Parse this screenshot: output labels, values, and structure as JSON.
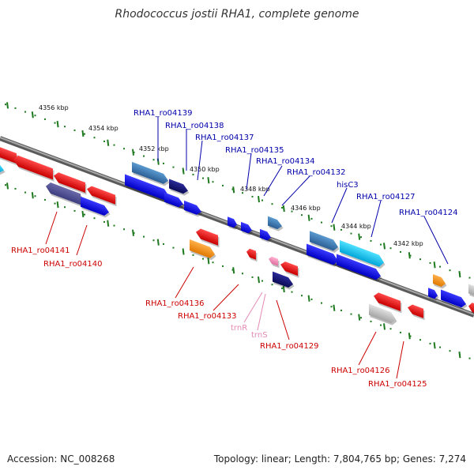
{
  "title": "Rhodococcus jostii RHA1, complete genome",
  "footer": {
    "accession": "Accession: NC_008268",
    "summary": "Topology: linear; Length: 7,804,765 bp; Genes: 7,274"
  },
  "colors": {
    "backbone": "#8a8a8a",
    "tick": "#1e7a1e",
    "forward_label": "#0000aa",
    "reverse_label": "#cc0000",
    "rna_label": "#e48ab4"
  },
  "kbp_marks": [
    "4356 kbp",
    "4354 kbp",
    "4352 kbp",
    "4350 kbp",
    "4348 kbp",
    "4346 kbp",
    "4344 kbp",
    "4342 kbp"
  ],
  "gene_labels_forward": [
    "RHA1_ro04139",
    "RHA1_ro04138",
    "RHA1_ro04137",
    "RHA1_ro04135",
    "RHA1_ro04134",
    "RHA1_ro04132",
    "hisC3",
    "RHA1_ro04127",
    "RHA1_ro04124"
  ],
  "gene_labels_reverse": [
    "RHA1_ro04141",
    "RHA1_ro04140",
    "RHA1_ro04136",
    "RHA1_ro04133",
    "RHA1_ro04129",
    "RHA1_ro04126",
    "RHA1_ro04125"
  ],
  "gene_labels_rna": [
    "trnR",
    "trnS"
  ]
}
